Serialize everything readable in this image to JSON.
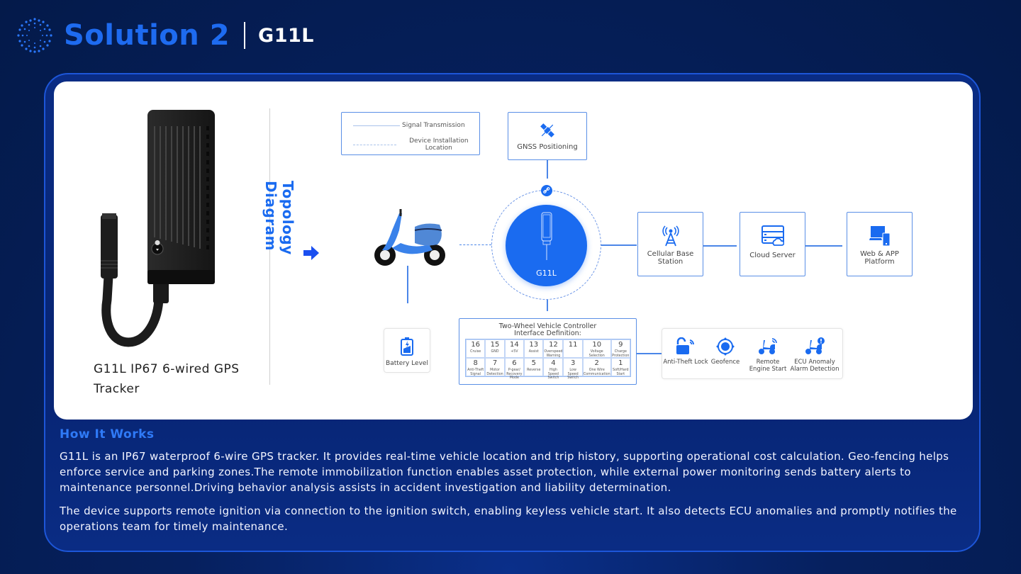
{
  "header": {
    "title": "Solution 2",
    "model": "G11L"
  },
  "product": {
    "caption": "G11L IP67 6-wired GPS Tracker"
  },
  "topology": {
    "label": "Topology Diagram",
    "legend": {
      "signal": "Signal Transmission",
      "install": "Device Installation Location"
    },
    "gnss": "GNSS Positioning",
    "device_label": "G11L",
    "cellular": "Cellular Base Station",
    "cloud": "Cloud Server",
    "platform": "Web & APP Platform",
    "battery": "Battery Level",
    "interface": {
      "title": "Two-Wheel Vehicle Controller Interface Definition:",
      "row1": [
        {
          "n": "16",
          "l": "Cruise"
        },
        {
          "n": "15",
          "l": "GND"
        },
        {
          "n": "14",
          "l": "+5V"
        },
        {
          "n": "13",
          "l": "Assist"
        },
        {
          "n": "12",
          "l": "Overspeed Warning"
        },
        {
          "n": "11",
          "l": ""
        },
        {
          "n": "10",
          "l": "Voltage Selection"
        },
        {
          "n": "9",
          "l": "Charge Protection"
        }
      ],
      "row2": [
        {
          "n": "8",
          "l": "Anti-Theft Signal"
        },
        {
          "n": "7",
          "l": "Motor Detection"
        },
        {
          "n": "6",
          "l": "P-gear/ Recovery Mode"
        },
        {
          "n": "5",
          "l": "Reverse"
        },
        {
          "n": "4",
          "l": "High Speed Switch"
        },
        {
          "n": "3",
          "l": "Low Speed Switch"
        },
        {
          "n": "2",
          "l": "One Wire Communication"
        },
        {
          "n": "1",
          "l": "Soft/Hard Start"
        }
      ]
    },
    "features": [
      {
        "label": "Anti-Theft Lock",
        "icon": "lock-signal-icon"
      },
      {
        "label": "Geofence",
        "icon": "geofence-icon"
      },
      {
        "label": "Remote Engine Start",
        "icon": "scooter-signal-icon"
      },
      {
        "label": "ECU Anomaly Alarm Detection",
        "icon": "scooter-alert-icon"
      }
    ]
  },
  "how_it_works": {
    "heading": "How It Works",
    "p1": "G11L is an IP67 waterproof 6-wire GPS tracker. It provides real-time vehicle location and trip history, supporting operational cost calculation. Geo-fencing helps enforce service and parking zones.The remote immobilization function enables asset protection, while external power monitoring sends battery alerts to maintenance personnel.Driving behavior analysis assists in accident investigation and liability determination.",
    "p2": "The device supports remote ignition via connection to the ignition switch, enabling keyless vehicle start. It also detects ECU anomalies and promptly notifies the operations team for timely maintenance."
  },
  "colors": {
    "accent": "#1e6bf0",
    "background": "#06205e",
    "frame_border": "#1d56d8"
  }
}
